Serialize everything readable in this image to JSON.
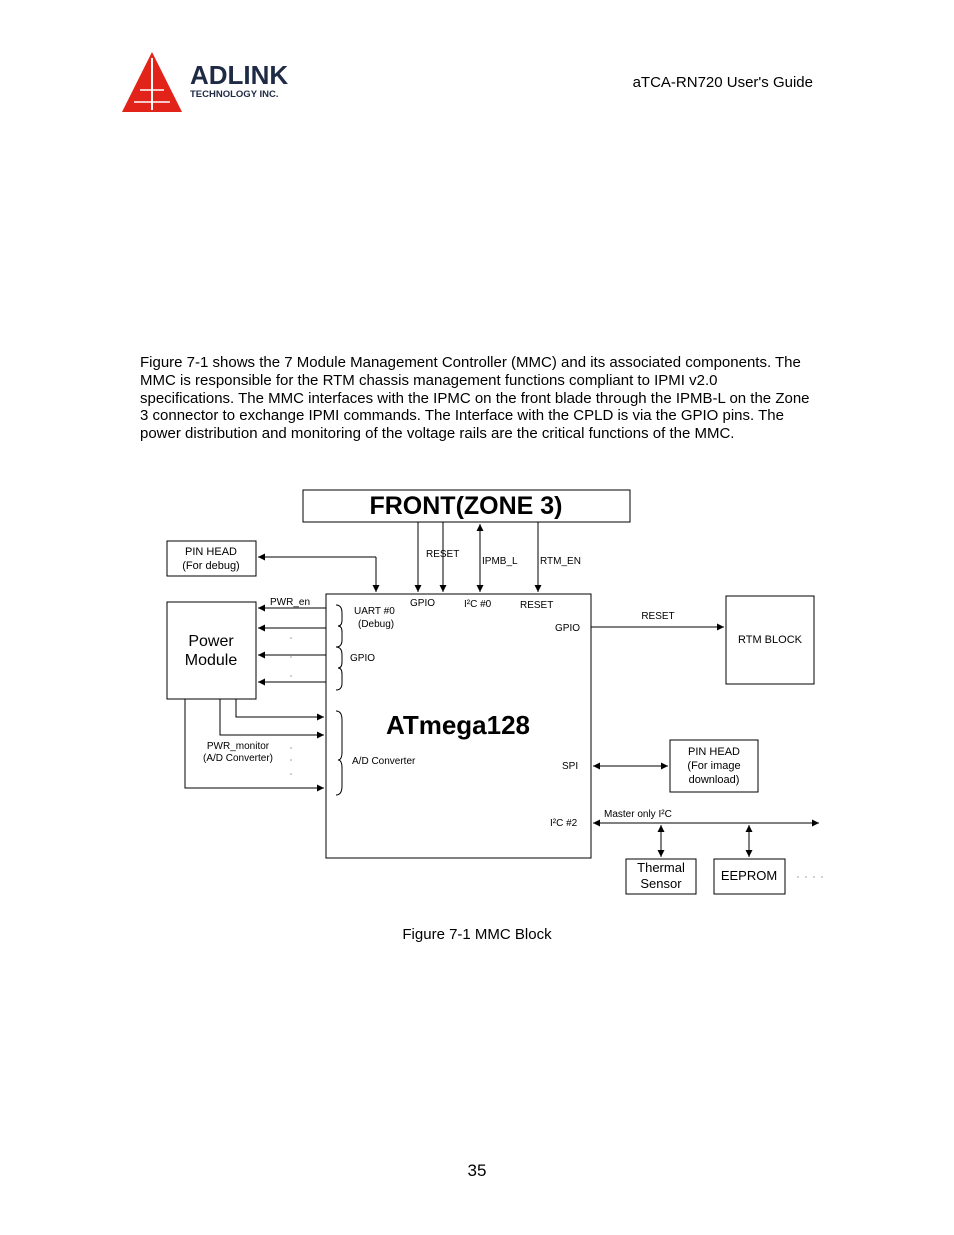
{
  "header": {
    "brand": "ADLINK",
    "brand_sub": "TECHNOLOGY INC.",
    "guide_title": "aTCA-RN720 User's Guide"
  },
  "body": {
    "intro_paragraph": "Figure 7-1 shows the 7  Module Management Controller (MMC) and its associated components. The MMC is responsible for the RTM chassis management functions compliant to IPMI v2.0 specifications. The MMC interfaces with the IPMC on the front blade through the IPMB-L on the Zone 3 connector to exchange IPMI commands.  The Interface with the CPLD is via the GPIO pins. The power distribution and monitoring of the voltage rails are the critical functions of the MMC."
  },
  "diagram": {
    "front_zone": "FRONT(ZONE 3)",
    "pin_head_debug": [
      "PIN HEAD",
      "(For debug)"
    ],
    "power_module": [
      "Power",
      "Module"
    ],
    "pwr_en": "PWR_en",
    "pwr_monitor": [
      "PWR_monitor",
      "(A/D Converter)"
    ],
    "mcu": "ATmega128",
    "uart": [
      "UART #0",
      "(Debug)"
    ],
    "gpio_left": "GPIO",
    "ad_converter": "A/D Converter",
    "gpio_top": "GPIO",
    "i2c0": "I²C #0",
    "reset_top_inside": "RESET",
    "reset_in": "RESET",
    "ipmb_l": "IPMB_L",
    "rtm_en": "RTM_EN",
    "gpio_right": "GPIO",
    "reset_out": "RESET",
    "rtm_block": "RTM BLOCK",
    "spi": "SPI",
    "pin_head_download": [
      "PIN HEAD",
      "(For image",
      "download)"
    ],
    "i2c2": "I²C #2",
    "master_only": "Master only I²C",
    "thermal_sensor": [
      "Thermal",
      "Sensor"
    ],
    "eeprom": "EEPROM"
  },
  "figure_caption": "Figure 7-1 MMC Block",
  "page_number": "35",
  "colors": {
    "logo_red": "#e2231a",
    "logo_navy": "#1f2a44"
  }
}
